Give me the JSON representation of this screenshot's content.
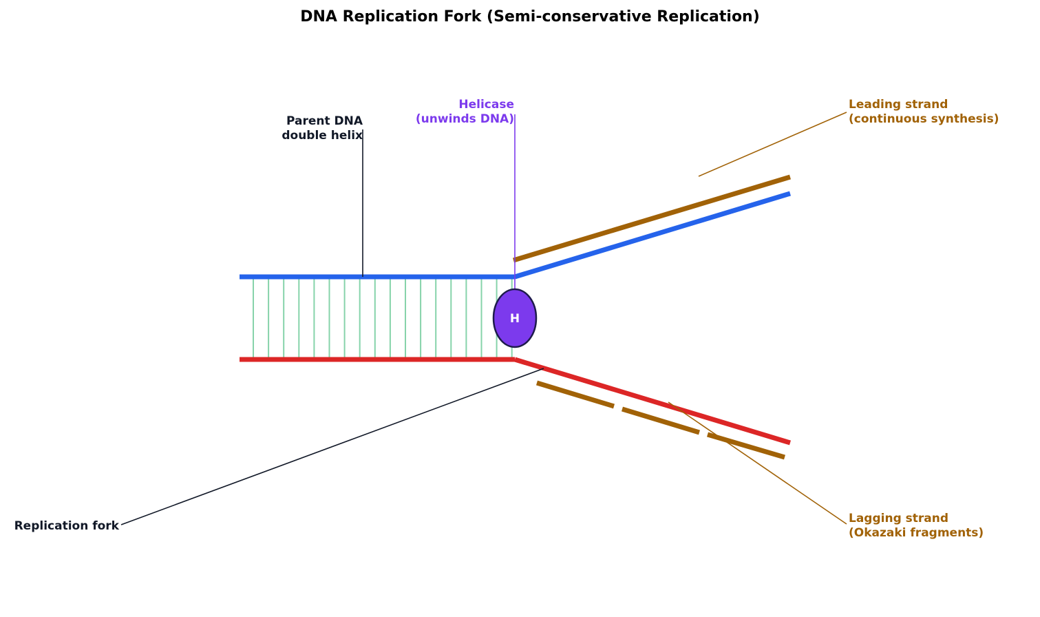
{
  "title": "DNA Replication Fork (Semi-conservative Replication)",
  "labels": {
    "parent_line1": "Parent DNA",
    "parent_line2": "double helix",
    "helicase_line1": "Helicase",
    "helicase_line2": "(unwinds DNA)",
    "helicase_symbol": "H",
    "leading_line1": "Leading strand",
    "leading_line2": "(continuous synthesis)",
    "lagging_line1": "Lagging strand",
    "lagging_line2": "(Okazaki fragments)",
    "fork": "Replication fork"
  },
  "colors": {
    "top_strand": "#2563eb",
    "bottom_strand": "#dc2626",
    "new_strand": "#a16207",
    "base_pairs": "#86d3aa",
    "helicase": "#7c3aed",
    "dark_text": "#111827",
    "label_brown": "#a16207"
  },
  "base_pair_count": 18
}
